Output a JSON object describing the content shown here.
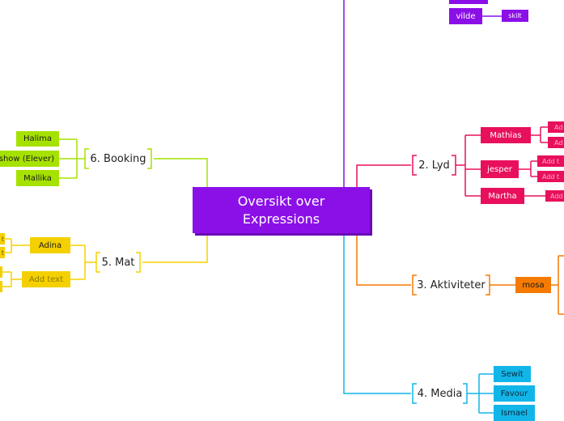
{
  "central": {
    "line1": "Oversikt over",
    "line2": "Expressions",
    "color": "#8b10e8"
  },
  "branches": {
    "booking": {
      "label": "6. Booking",
      "color": "#a6e200",
      "children": [
        "Halima",
        "show (Elever)",
        "Mallika"
      ]
    },
    "mat": {
      "label": "5. Mat",
      "color": "#f5d000",
      "children": [
        "Adina",
        "Add text"
      ],
      "subtext": [
        "t",
        "t"
      ]
    },
    "lyd": {
      "label": "2. Lyd",
      "color": "#e8105c",
      "children": [
        "Mathias",
        "jesper",
        "Martha"
      ],
      "subtext": [
        "Ad",
        "Ad",
        "Add t",
        "Add t",
        "Add"
      ]
    },
    "aktiviteter": {
      "label": "3. Aktiviteter",
      "color": "#f57a00",
      "children": [
        "mosa"
      ]
    },
    "media": {
      "label": "4. Media",
      "color": "#12b5e8",
      "children": [
        "Sewit",
        "Favour",
        "Ismael"
      ]
    },
    "top": {
      "color": "#8b10e8",
      "children": [
        "vilde"
      ],
      "subtext": [
        "skilt"
      ]
    }
  }
}
